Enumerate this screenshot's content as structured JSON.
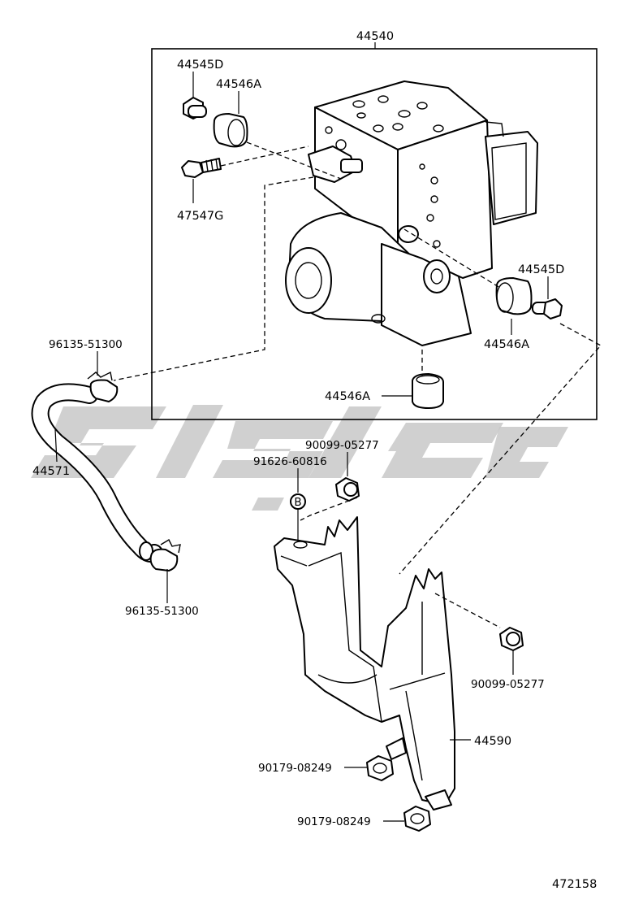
{
  "diagram": {
    "frame_label": "44540",
    "labels": {
      "p44545d_top": "44545D",
      "p44546a_top": "44546A",
      "p47547g": "47547G",
      "p44545d_right": "44545D",
      "p44546a_right": "44546A",
      "p44546a_bottom": "44546A",
      "p96135_top": "96135-51300",
      "p44571": "44571",
      "p96135_bottom": "96135-51300",
      "p90099_top": "90099-05277",
      "p91626": "91626-60816",
      "p90099_right": "90099-05277",
      "p44590": "44590",
      "p90179_top": "90179-08249",
      "p90179_bottom": "90179-08249"
    },
    "circle_mark": "B",
    "figure_number": "472158",
    "watermark_color": "#c8c8c8"
  }
}
